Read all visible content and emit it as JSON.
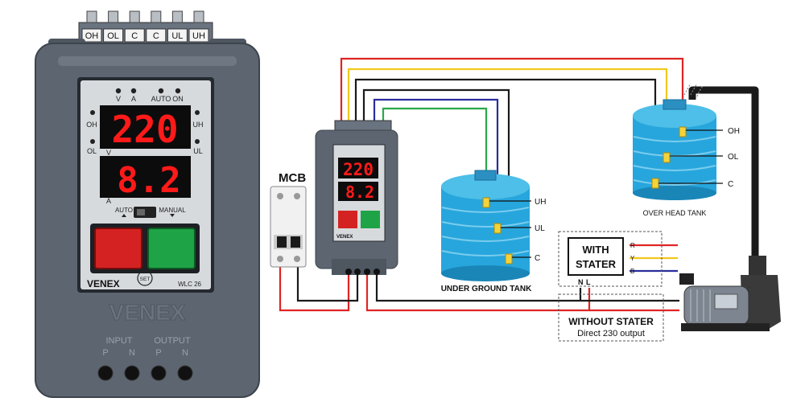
{
  "device": {
    "terminals": [
      "OH",
      "OL",
      "C",
      "C",
      "UL",
      "UH"
    ],
    "led_labels": [
      "V",
      "A",
      "AUTO",
      "ON"
    ],
    "side_labels": {
      "oh": "OH",
      "uh": "UH",
      "ol": "OL",
      "ul": "UL"
    },
    "unit_v": "V",
    "unit_a": "A",
    "display_voltage": "220",
    "display_current": "8.2",
    "mode_auto": "AUTO",
    "mode_manual": "MANUAL",
    "brand": "VENEX",
    "set_label": "SET",
    "model": "WLC 26",
    "embossed_brand": "VENEX",
    "input_label": "INPUT",
    "output_label": "OUTPUT",
    "bottom_terminals": [
      "P",
      "N",
      "P",
      "N"
    ]
  },
  "diagram": {
    "mcb_label": "MCB",
    "small_display_voltage": "220",
    "small_display_current": "8.2",
    "small_brand": "VENEX",
    "ug_tank": {
      "label": "UNDER GROUND TANK",
      "probes": [
        "UH",
        "UL",
        "C"
      ]
    },
    "oh_tank": {
      "label": "OVER HEAD TANK",
      "probes": [
        "OH",
        "OL",
        "C"
      ]
    },
    "with_stater": {
      "title_line1": "WITH",
      "title_line2": "STATER",
      "phases": [
        "R",
        "Y",
        "B"
      ],
      "n": "N",
      "l": "L"
    },
    "without_stater": {
      "title": "WITHOUT STATER",
      "subtitle": "Direct 230 output"
    }
  },
  "colors": {
    "red": "#e02424",
    "yellow": "#f2c81c",
    "blue": "#2a2d9c",
    "green": "#2aa84a",
    "black": "#1a1a1a",
    "enclosure": "#5c6570",
    "display_digits": "#ff1a1a",
    "water": "#27a6dd"
  }
}
